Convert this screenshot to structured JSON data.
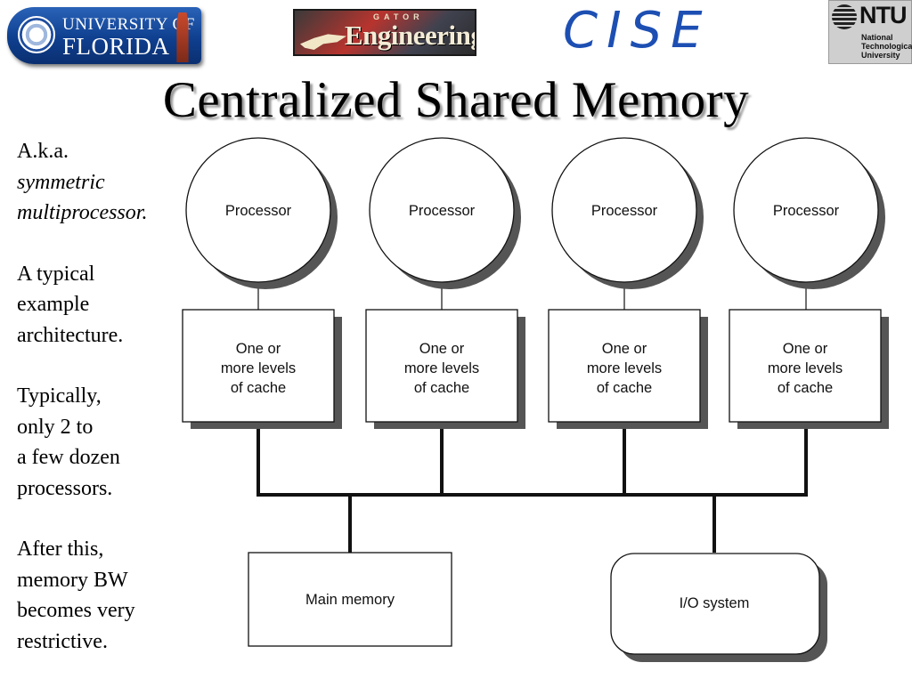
{
  "logos": {
    "uf": {
      "line1": "UNIVERSITY OF",
      "line2": "FLORIDA"
    },
    "gator_engineering": {
      "top": "GATOR",
      "main": "Engineering"
    },
    "cise": "CISE",
    "ntu": {
      "title": "NTU",
      "sub1": "National",
      "sub2": "Technological",
      "sub3": "University"
    }
  },
  "title": "Centralized Shared Memory",
  "notes": {
    "p1": {
      "l1": "A.k.a.",
      "l2": "symmetric",
      "l3": "multiprocessor."
    },
    "p2": {
      "l1": "A typical",
      "l2": "example",
      "l3": "architecture."
    },
    "p3": {
      "l1": "Typically,",
      "l2": "only 2 to",
      "l3": "a few dozen",
      "l4": "processors."
    },
    "p4": {
      "l1": "After this,",
      "l2": "memory BW",
      "l3": "becomes very",
      "l4": "restrictive."
    }
  },
  "diagram": {
    "processors": [
      "Processor",
      "Processor",
      "Processor",
      "Processor"
    ],
    "caches": [
      [
        "One or",
        "more levels",
        "of cache"
      ],
      [
        "One or",
        "more levels",
        "of cache"
      ],
      [
        "One or",
        "more levels",
        "of cache"
      ],
      [
        "One or",
        "more levels",
        "of cache"
      ]
    ],
    "main_memory": "Main memory",
    "io_system": "I/O system"
  },
  "colors": {
    "line": "#111111",
    "shadow": "#555555",
    "cise_blue": "#1d4fb3",
    "uf_blue": "#0f3f8f"
  }
}
